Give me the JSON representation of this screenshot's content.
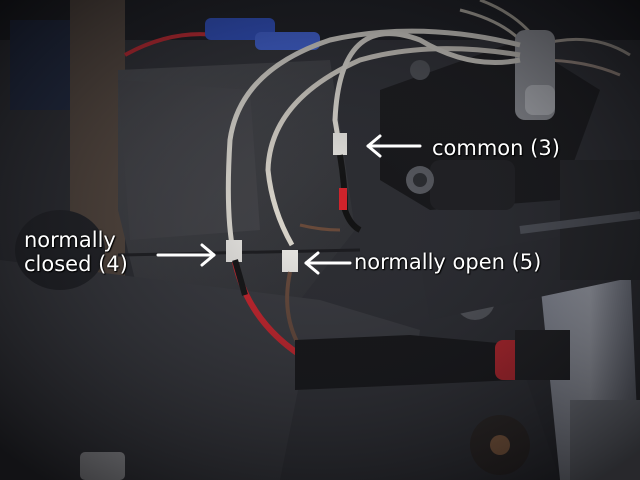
{
  "photo": {
    "subject": "relay wiring under vehicle dashboard"
  },
  "annotations": {
    "common": "common (3)",
    "normally_closed": "normally\nclosed (4)",
    "normally_open": "normally open (5)"
  },
  "colors": {
    "label_text": "#ffffff",
    "arrow": "#ffffff",
    "wire_white": "#e8e4da",
    "wire_red": "#d8222a",
    "wire_brown": "#6a4a3a",
    "connector_blue": "#2a4fd0"
  }
}
